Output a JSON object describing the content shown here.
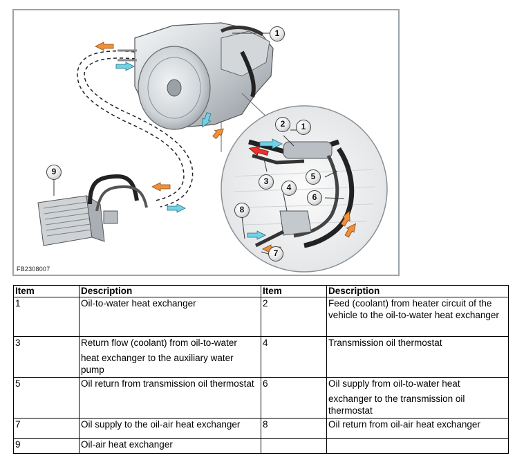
{
  "figure": {
    "code": "FB2308007",
    "callouts": [
      "1",
      "1",
      "2",
      "3",
      "4",
      "5",
      "6",
      "7",
      "8",
      "9"
    ]
  },
  "table": {
    "headers": [
      "Item",
      "Description",
      "Item",
      "Description"
    ],
    "rows": [
      {
        "a_item": "1",
        "a_desc": "Oil-to-water heat exchanger",
        "b_item": "2",
        "b_desc": "Feed (coolant) from heater circuit of the vehicle to the oil-to-water heat exchanger"
      },
      {
        "a_item": "3",
        "a_desc_1": "Return flow (coolant) from oil-to-water",
        "a_desc_2": "heat exchanger to the auxiliary water pump",
        "b_item": "4",
        "b_desc": "Transmission oil thermostat"
      },
      {
        "a_item": "5",
        "a_desc": "Oil return from transmission oil thermostat",
        "b_item": "6",
        "b_desc_1": "Oil supply from oil-to-water heat",
        "b_desc_2": "exchanger to the transmission oil thermostat"
      },
      {
        "a_item": "7",
        "a_desc": "Oil supply to the oil-air heat exchanger",
        "b_item": "8",
        "b_desc": "Oil return from oil-air heat exchanger"
      },
      {
        "a_item": "9",
        "a_desc": "Oil-air heat exchanger",
        "b_item": "",
        "b_desc": ""
      }
    ]
  }
}
